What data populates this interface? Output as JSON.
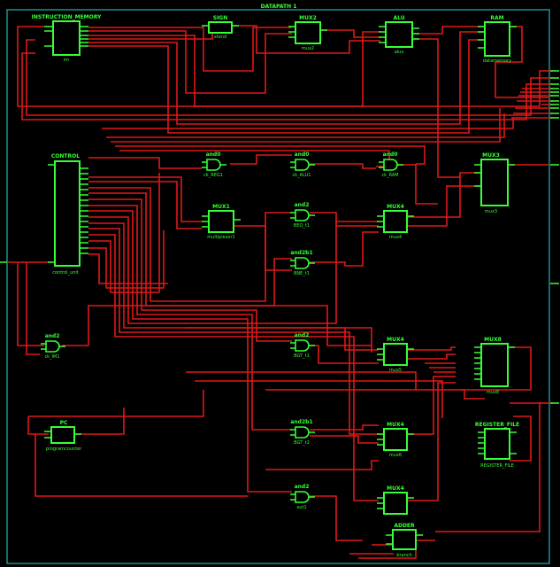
{
  "frame": {
    "title": "DATAPATH 1"
  },
  "blocks": [
    {
      "id": "im",
      "type": "INSTRUCTION_MEMORY",
      "instance": "im"
    },
    {
      "id": "sign",
      "type": "SIGN",
      "instance": "xtend"
    },
    {
      "id": "mux2",
      "type": "MUX2",
      "instance": "mux2"
    },
    {
      "id": "alu",
      "type": "ALU",
      "instance": "alux"
    },
    {
      "id": "ram",
      "type": "RAM",
      "instance": "datamemory"
    },
    {
      "id": "ctrl",
      "type": "CONTROL",
      "instance": "control_unit"
    },
    {
      "id": "mux3",
      "type": "MUX3",
      "instance": "mux3"
    },
    {
      "id": "mux1",
      "type": "MUX1",
      "instance": "multiplexor1"
    },
    {
      "id": "mux4a",
      "type": "MUX4",
      "instance": "mux4"
    },
    {
      "id": "mux4b",
      "type": "MUX4",
      "instance": "mux5"
    },
    {
      "id": "mux8",
      "type": "MUX8",
      "instance": "mux8"
    },
    {
      "id": "pc",
      "type": "PC",
      "instance": "programcounter"
    },
    {
      "id": "rf",
      "type": "REGISTER_FILE",
      "instance": "REGISTER_FILE"
    },
    {
      "id": "mux4c",
      "type": "MUX4",
      "instance": "mux6"
    },
    {
      "id": "mux4d",
      "type": "MUX4",
      "instance": ""
    },
    {
      "id": "adder",
      "type": "ADDER",
      "instance": "branch"
    }
  ],
  "gates": [
    {
      "id": "g_reg",
      "type": "and0",
      "instance": "ck_REG1"
    },
    {
      "id": "g_alu",
      "type": "and0",
      "instance": "ck_ALU1"
    },
    {
      "id": "g_ram",
      "type": "and0",
      "instance": "ck_RAM"
    },
    {
      "id": "g_beq",
      "type": "and2",
      "instance": "BEQ_t1"
    },
    {
      "id": "g_bne",
      "type": "and2b1",
      "instance": "BNE_t1"
    },
    {
      "id": "g_im1",
      "type": "and2",
      "instance": "ck_IM1"
    },
    {
      "id": "g_bgt",
      "type": "and2",
      "instance": "BGT_t1"
    },
    {
      "id": "g_bgt2",
      "type": "and2b1",
      "instance": "BGT_t2"
    },
    {
      "id": "g_out",
      "type": "and2",
      "instance": "out1"
    }
  ]
}
